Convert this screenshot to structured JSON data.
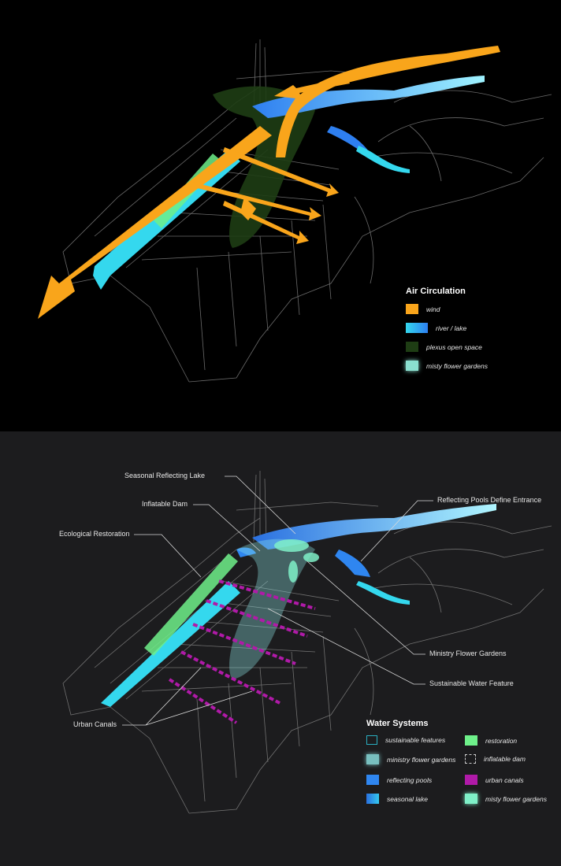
{
  "air": {
    "title": "Air Circulation",
    "items": [
      {
        "label": "wind",
        "color": "#f9a51b"
      },
      {
        "label": "river / lake",
        "color": "#34d8ee",
        "color2": "#2e7ff0"
      },
      {
        "label": "plexus open space",
        "color": "#1e3d14"
      },
      {
        "label": "misty flower gardens",
        "color": "#8be0d0"
      }
    ]
  },
  "water": {
    "title": "Water Systems",
    "items": [
      {
        "label": "sustainable features",
        "color": "#2aaec0"
      },
      {
        "label": "restoration",
        "color": "#6ef08a"
      },
      {
        "label": "ministry flower gardens",
        "color": "#8fe8e8"
      },
      {
        "label": "inflatable dam",
        "color": "#cccccc"
      },
      {
        "label": "reflecting pools",
        "color": "#2f86f0"
      },
      {
        "label": "urban canals",
        "color": "#b01aa8"
      },
      {
        "label": "seasonal lake",
        "color": "#34c8ee",
        "color2": "#2a70e0"
      },
      {
        "label": "misty flower gardens",
        "color": "#7ff0c8"
      }
    ]
  },
  "callouts": {
    "seasonal_lake": "Seasonal Reflecting Lake",
    "inflatable_dam": "Inflatable Dam",
    "ecological_restoration": "Ecological Restoration",
    "reflecting_pools": "Reflecting Pools Define Entrance",
    "ministry_gardens": "Ministry Flower Gardens",
    "sustainable_water": "Sustainable Water Feature",
    "urban_canals": "Urban Canals"
  }
}
